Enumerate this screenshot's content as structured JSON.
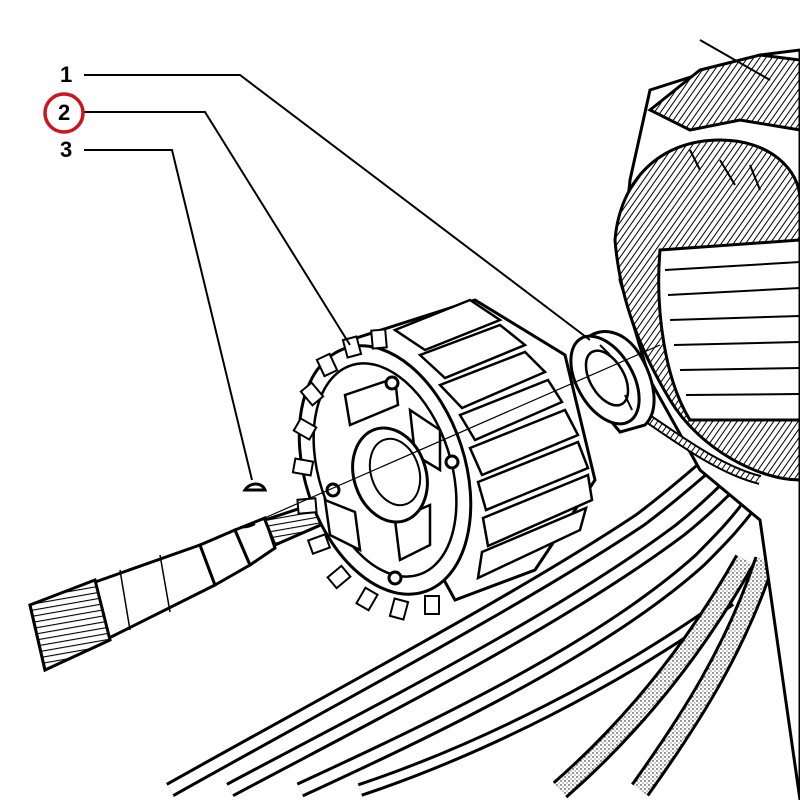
{
  "diagram": {
    "callouts": [
      {
        "id": "1",
        "label": "1",
        "highlighted": false
      },
      {
        "id": "2",
        "label": "2",
        "highlighted": true
      },
      {
        "id": "3",
        "label": "3",
        "highlighted": false
      }
    ],
    "colors": {
      "line": "#000000",
      "highlight": "#d0141b",
      "background": "#ffffff"
    }
  }
}
